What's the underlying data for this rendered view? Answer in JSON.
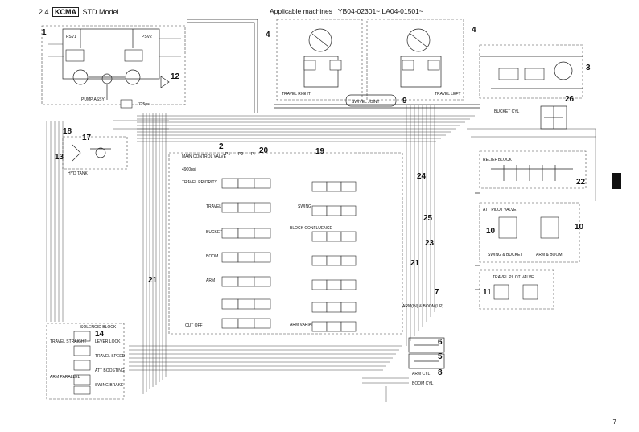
{
  "header": {
    "section_number": "2.4",
    "brand": "KCMA",
    "model": "STD Model",
    "applicable_label": "Applicable machines",
    "applicable_serials": "YB04-02301~,LA04-01501~"
  },
  "page_number": "7",
  "callouts": [
    "1",
    "2",
    "3",
    "4",
    "4",
    "6",
    "5",
    "7",
    "8",
    "9",
    "10",
    "10",
    "11",
    "12",
    "13",
    "14",
    "17",
    "18",
    "19",
    "20",
    "21",
    "21",
    "22",
    "23",
    "24",
    "25",
    "26"
  ],
  "labels": {
    "pump_assy": "PUMP ASSY",
    "main_control_valve": "MAIN CONTROL VALVE",
    "travel_right": "TRAVEL RIGHT",
    "travel_left": "TRAVEL LEFT",
    "travel_priority": "TRAVEL PRIORITY",
    "hyd_tank": "HYD TANK",
    "travel_valve": "TRAVEL",
    "swing": "SWING",
    "bucket": "BUCKET",
    "block_confluence": "BLOCK CONFLUENCE",
    "boom": "BOOM",
    "arm": "ARM",
    "arm_variable_recirculation": "ARM VARIABLE RECIRCULATION",
    "relief_block": "RELIEF BLOCK",
    "solenoid_block": "SOLENOID BLOCK",
    "att_pilot_valve": "ATT PILOT VALVE",
    "travel_pilot_valve": "TRAVEL PILOT VALVE",
    "swing_bucket": "SWING & BUCKET",
    "arm_boom": "ARM & BOOM",
    "lever_lock": "LEVER LOCK",
    "travel_speed": "TRAVEL SPEED",
    "att_boosting": "ATT BOOSTING",
    "swing_brake": "SWING BRAKE",
    "travel_straight": "TRAVEL STRAIGHT",
    "arm_parallel": "ARM PARALLEL",
    "bucket_cyl": "BUCKET CYL",
    "arm_cyl": "ARM CYL",
    "boom_cyl": "BOOM CYL",
    "swivel": "SWIVEL JOINT",
    "pilot_port_p1": "P1",
    "pilot_port_p2": "P2",
    "pilot_port_pi": "Pi",
    "rated_flow": "4900psi",
    "boom_recirc_note": "ARM(IN) & BOOM(UP)",
    "cut_off": "CUT OFF",
    "psv1": "PSV1",
    "psv2": "PSV2",
    "pressure_a": "725psi"
  }
}
